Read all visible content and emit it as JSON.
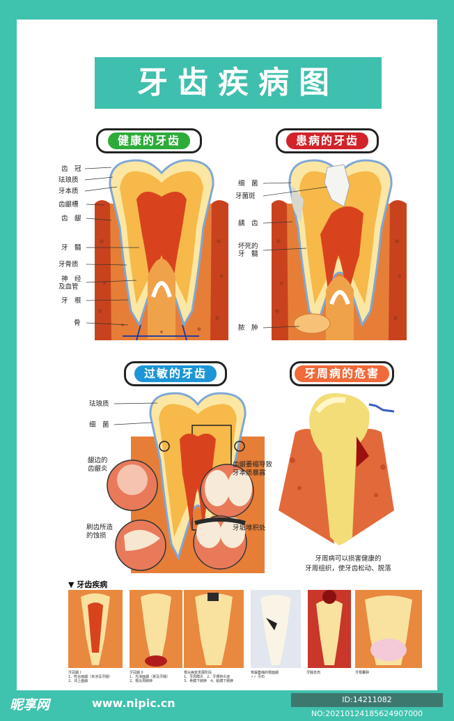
{
  "colors": {
    "background": "#3fc2ae",
    "title_bar": "#3fbfad",
    "healthy": "#2dab3a",
    "diseased": "#d2232a",
    "sensitive": "#1d95d6",
    "periodontal": "#f06a3a"
  },
  "title": "牙齿疾病图",
  "sections": {
    "healthy": {
      "label": "健康的牙齿",
      "parts": [
        "齿　冠",
        "珐琅质",
        "牙本质",
        "齿龈槽",
        "齿　龈",
        "牙　髓",
        "牙骨质",
        "神　经",
        "及血管",
        "牙　根",
        "骨"
      ]
    },
    "diseased": {
      "label": "患病的牙齿",
      "parts": [
        "细　菌",
        "牙菌斑",
        "龋　齿",
        "坏死的",
        "牙　髓",
        "脓　肿"
      ]
    },
    "sensitive": {
      "label": "过敏的牙齿",
      "parts": [
        "珐琅质",
        "细　菌",
        "龈边的",
        "齿龈炎",
        "刷齿所造",
        "的蚀损",
        "齿龈萎缩导致",
        "牙本质暴露",
        "牙垢堆积处"
      ]
    },
    "periodontal": {
      "label": "牙周病的危害",
      "caption_line1": "牙周病可以损害健康的",
      "caption_line2": "牙周组织，使牙齿松动、脱落"
    }
  },
  "disease_row": {
    "title": "▼ 牙齿疾病",
    "captions": [
      [
        "牙冠龋 I",
        "1、咬合面龋（未涉及牙髓）",
        "2、邻上面龋"
      ],
      [
        "牙冠龋 II",
        "1、光滑面龋（累及牙髓）",
        "2、根尖周脓肿"
      ],
      [
        "根尖病变发展阶段",
        "1、牙周膜炎　2、牙槽骨炎症",
        "3、骨膜下脓肿　4、粘膜下脓肿"
      ],
      [
        "骨龈萎缩的根面龋",
        "✓✓ 牙石"
      ],
      [
        "牙髓息肉"
      ],
      [
        "牙根囊肿"
      ]
    ]
  },
  "watermark": {
    "logo": "昵享网",
    "url": "www.nipic.cn",
    "id": "ID:14211082 NO:20210124185624907000"
  }
}
